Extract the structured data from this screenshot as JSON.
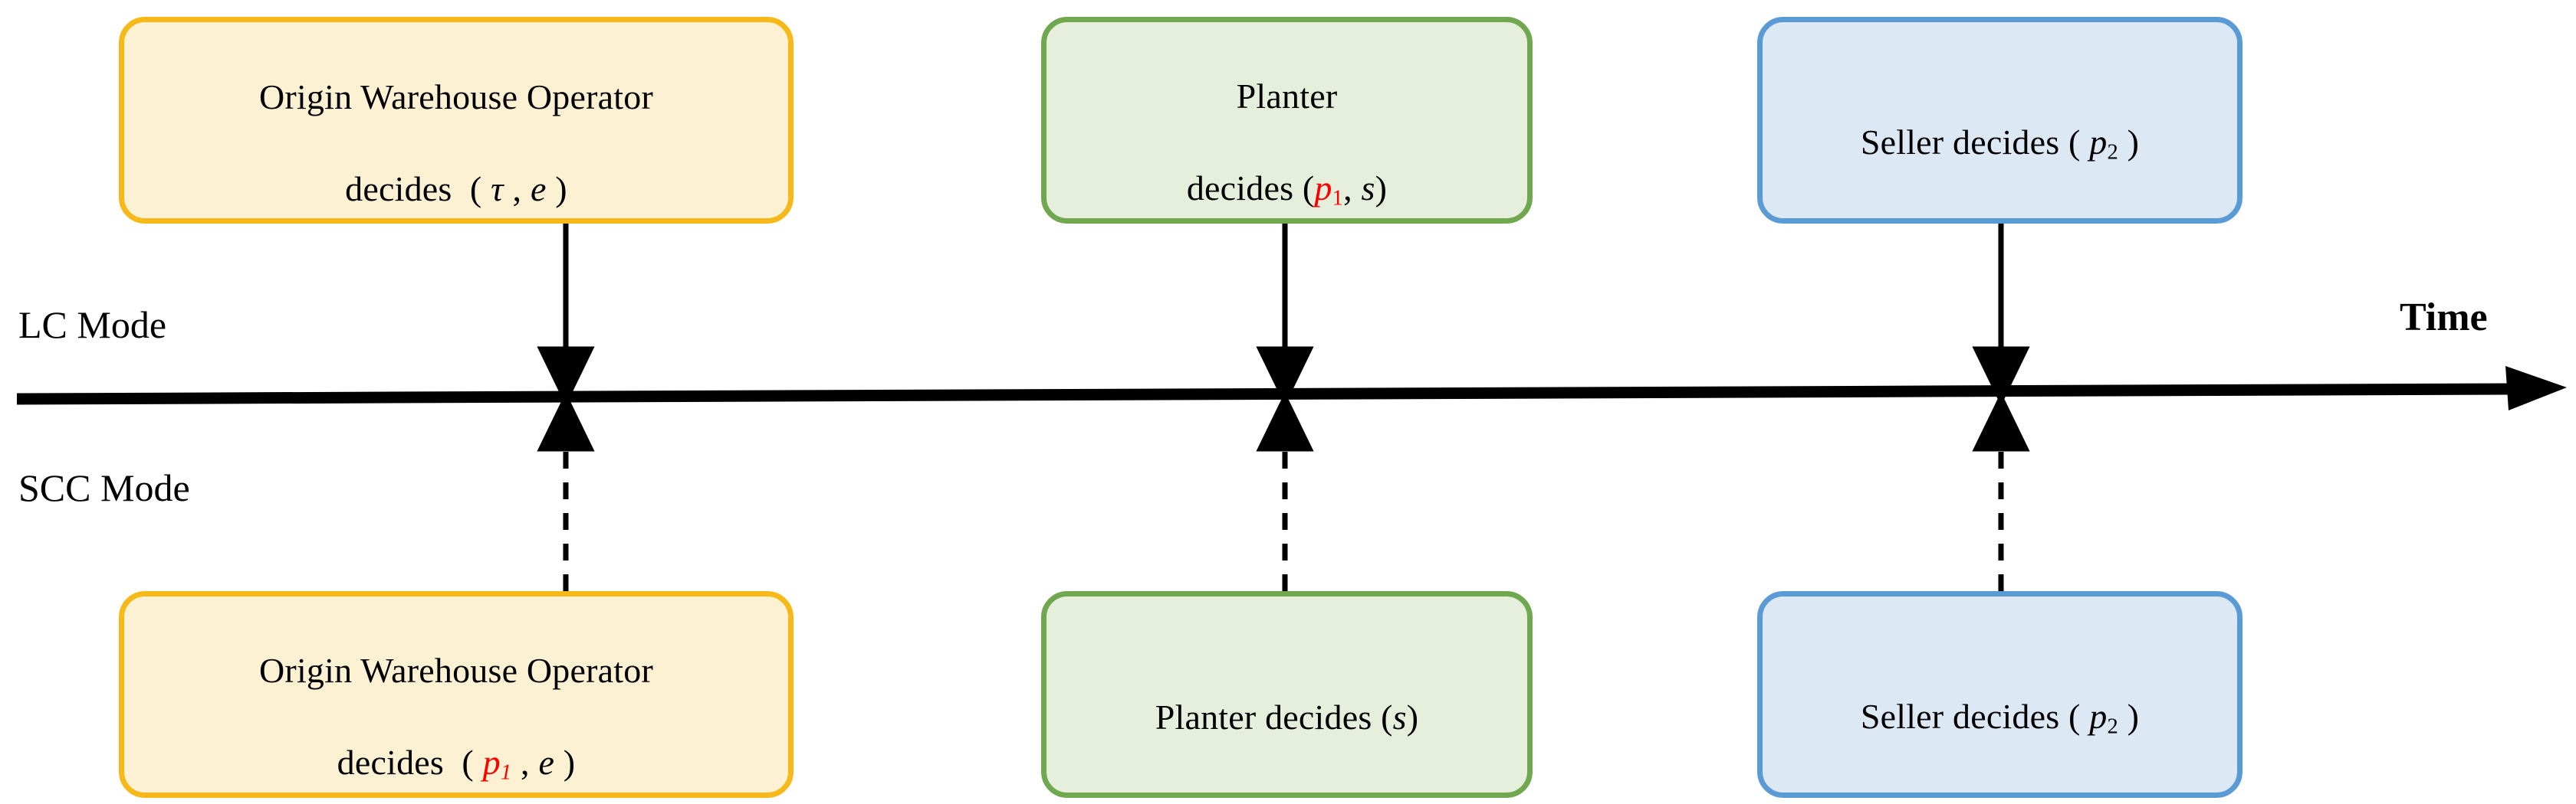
{
  "diagram": {
    "title": "Decision sequence timeline: LC Mode vs SCC Mode",
    "axis_label": "Time",
    "mode_labels": {
      "upper": "LC Mode",
      "lower": "SCC Mode"
    },
    "colors": {
      "amber_border": "#f7b919",
      "amber_fill": "#fdf1d3",
      "green_border": "#6fa84f",
      "green_fill": "#e6efdc",
      "blue_border": "#5b9bd5",
      "blue_fill": "#dde8f5",
      "axis": "#000000",
      "highlight": "#ff0000"
    },
    "upper_nodes": [
      {
        "id": "lc-origin-warehouse-operator",
        "actor": "Origin Warehouse Operator",
        "verb": "decides",
        "line1": "Origin Warehouse Operator",
        "line2_prefix": "decides  ( ",
        "decision_vars": [
          "τ",
          "e"
        ],
        "text": "Origin Warehouse Operator decides ( τ , e )",
        "color": "amber"
      },
      {
        "id": "lc-planter",
        "actor": "Planter",
        "verb": "decides",
        "line1": "Planter",
        "line2_prefix": "decides (",
        "decision_vars": [
          "p₁",
          "s"
        ],
        "text": "Planter decides ( p₁ , s )",
        "color": "green"
      },
      {
        "id": "lc-seller",
        "actor": "Seller",
        "verb": "decides",
        "line1": "Seller decides",
        "decision_vars": [
          "p₂"
        ],
        "text": "Seller decides ( p₂ )",
        "color": "blue"
      }
    ],
    "lower_nodes": [
      {
        "id": "scc-origin-warehouse-operator",
        "actor": "Origin Warehouse Operator",
        "verb": "decides",
        "line1": "Origin Warehouse Operator",
        "line2_prefix": "decides  ( ",
        "decision_vars": [
          "p₁",
          "e"
        ],
        "text": "Origin Warehouse Operator decides ( p₁ , e )",
        "color": "amber"
      },
      {
        "id": "scc-planter",
        "actor": "Planter",
        "verb": "decides",
        "decision_vars": [
          "s"
        ],
        "text": "Planter decides ( s )",
        "color": "green"
      },
      {
        "id": "scc-seller",
        "actor": "Seller",
        "verb": "decides",
        "decision_vars": [
          "p₂"
        ],
        "text": "Seller decides ( p₂ )",
        "color": "blue"
      }
    ],
    "connectors": {
      "upper_style": "solid-arrow-down",
      "lower_style": "dashed-arrow-up",
      "stage_x": [
        738,
        1676,
        2610
      ]
    },
    "text_fragments": {
      "origin_line1": "Origin Warehouse Operator",
      "decides": "decides",
      "planter": "Planter",
      "planter_decides": "Planter decides",
      "seller_decides": "Seller decides",
      "open_paren": "(",
      "close_paren": ")",
      "comma": ",",
      "tau": "τ",
      "e": "e",
      "s": "s",
      "p": "p",
      "one": "1",
      "two": "2"
    }
  }
}
